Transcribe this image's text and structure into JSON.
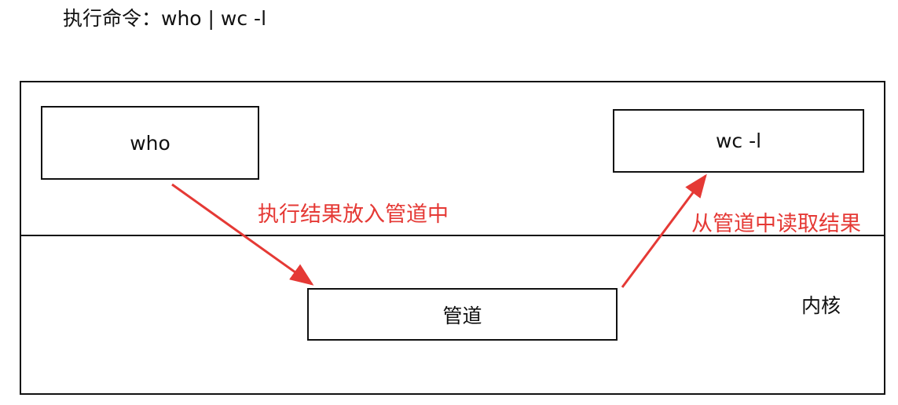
{
  "command": {
    "text": "执行命令：who | wc -l"
  },
  "nodes": {
    "who": "who",
    "wc": "wc -l",
    "pipe": "管道"
  },
  "edges": {
    "write_label": "执行结果放入管道中",
    "read_label": "从管道中读取结果"
  },
  "regions": {
    "kernel": "内核"
  },
  "colors": {
    "arrow": "#e53935",
    "line": "#111111"
  }
}
